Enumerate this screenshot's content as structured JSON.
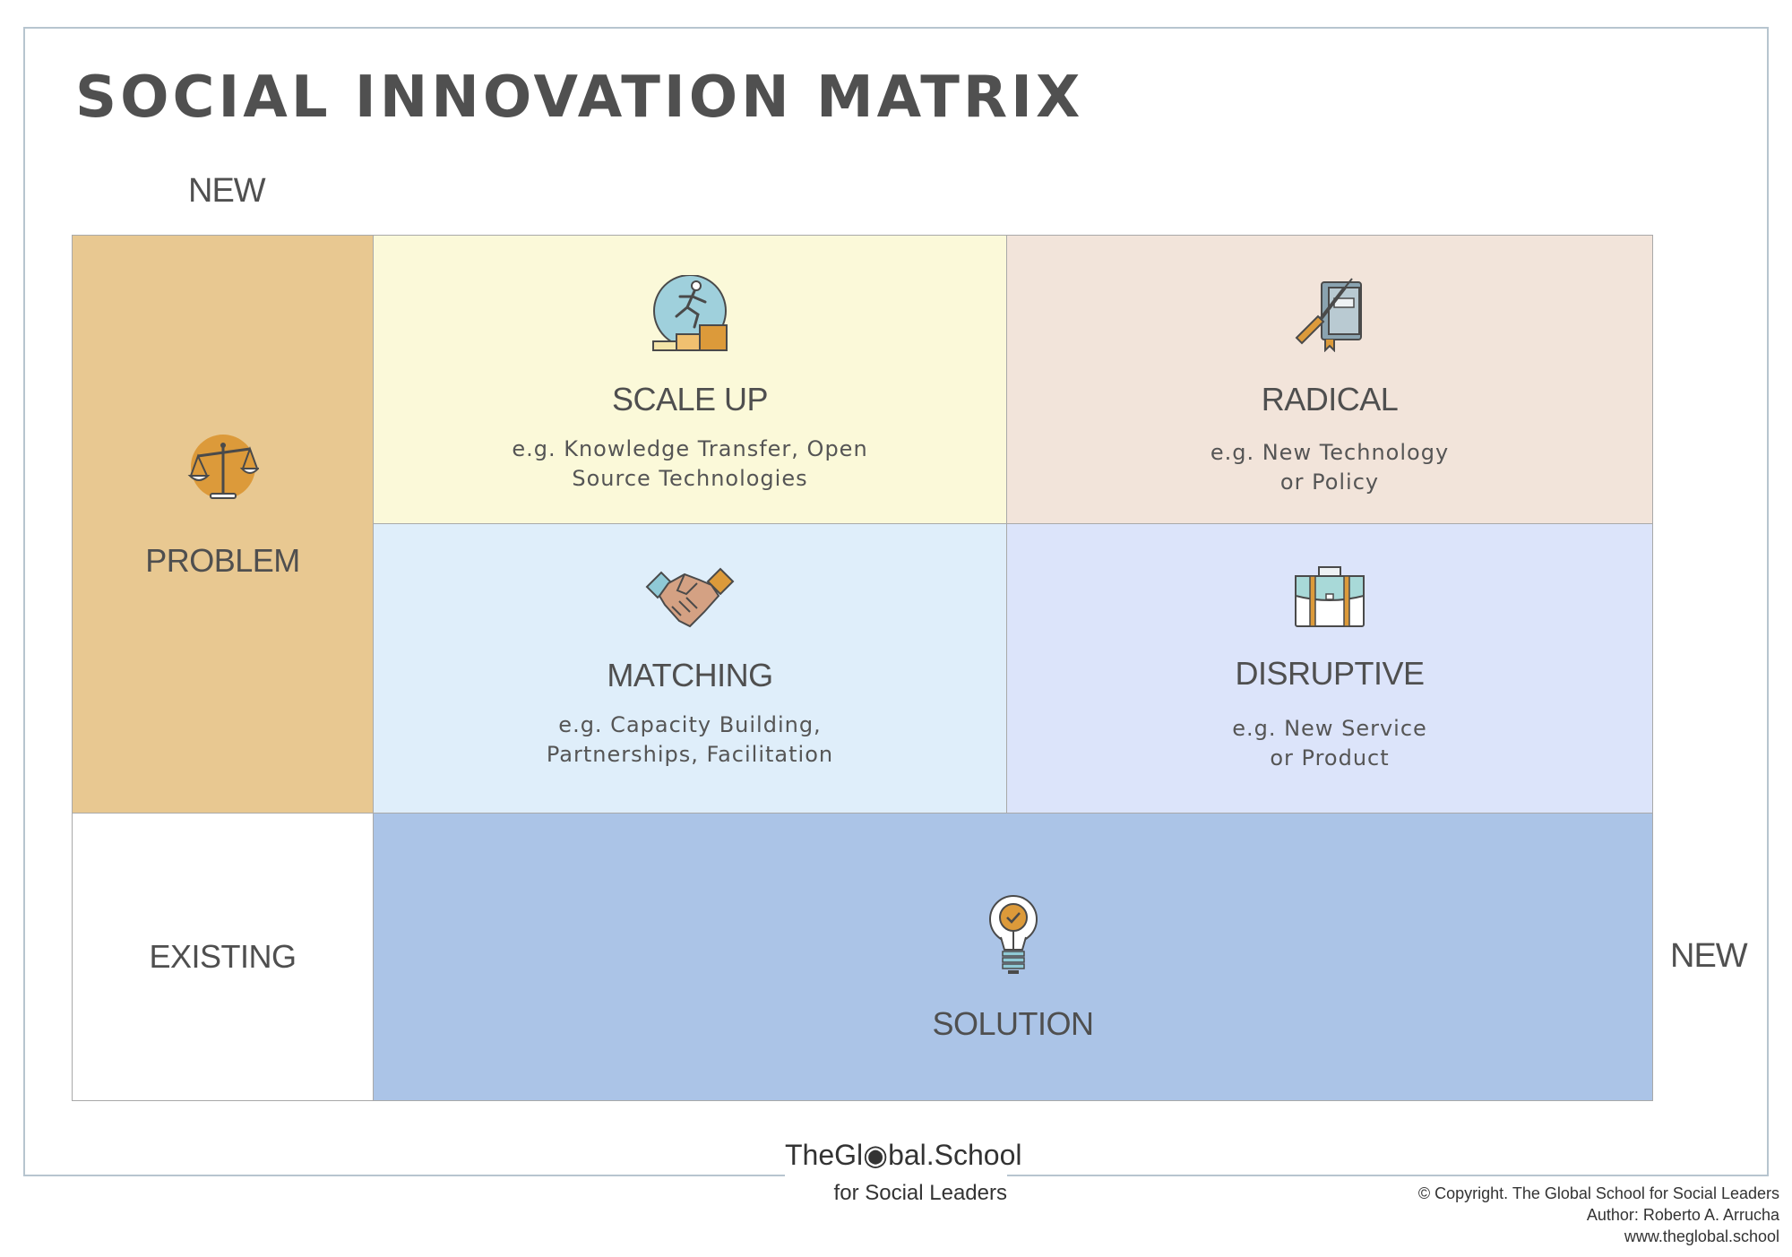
{
  "title": "SOCIAL INNOVATION MATRIX",
  "axes": {
    "problem_new": "NEW",
    "problem_label": "PROBLEM",
    "problem_existing": "EXISTING",
    "solution_label": "SOLUTION",
    "solution_new": "NEW"
  },
  "quadrants": [
    {
      "title": "SCALE UP",
      "description": "e.g. Knowledge Transfer, Open\nSource Technologies",
      "icon": "running-man-stairs-icon"
    },
    {
      "title": "RADICAL",
      "description": "e.g. New Technology\nor Policy",
      "icon": "screwdriver-book-icon"
    },
    {
      "title": "MATCHING",
      "description": "e.g. Capacity Building,\nPartnerships, Facilitation",
      "icon": "handshake-icon"
    },
    {
      "title": "DISRUPTIVE",
      "description": "e.g. New Service\nor Product",
      "icon": "briefcase-icon"
    }
  ],
  "icons": {
    "problem": "balance-scale-icon",
    "solution": "lightbulb-check-icon"
  },
  "colors": {
    "problem_column": "#e8c891",
    "scale_up": "#fbf9d9",
    "radical": "#f2e4da",
    "matching": "#dfeefa",
    "disruptive": "#dce4fa",
    "solution_row": "#abc4e7",
    "accent_orange": "#dc9a3a"
  },
  "logo": {
    "main": "TheGl◉bal.School",
    "sub": "for Social Leaders"
  },
  "copyright": {
    "line1": "© Copyright. The Global School for Social Leaders",
    "line2": "Author: Roberto A. Arrucha",
    "line3": "www.theglobal.school"
  }
}
